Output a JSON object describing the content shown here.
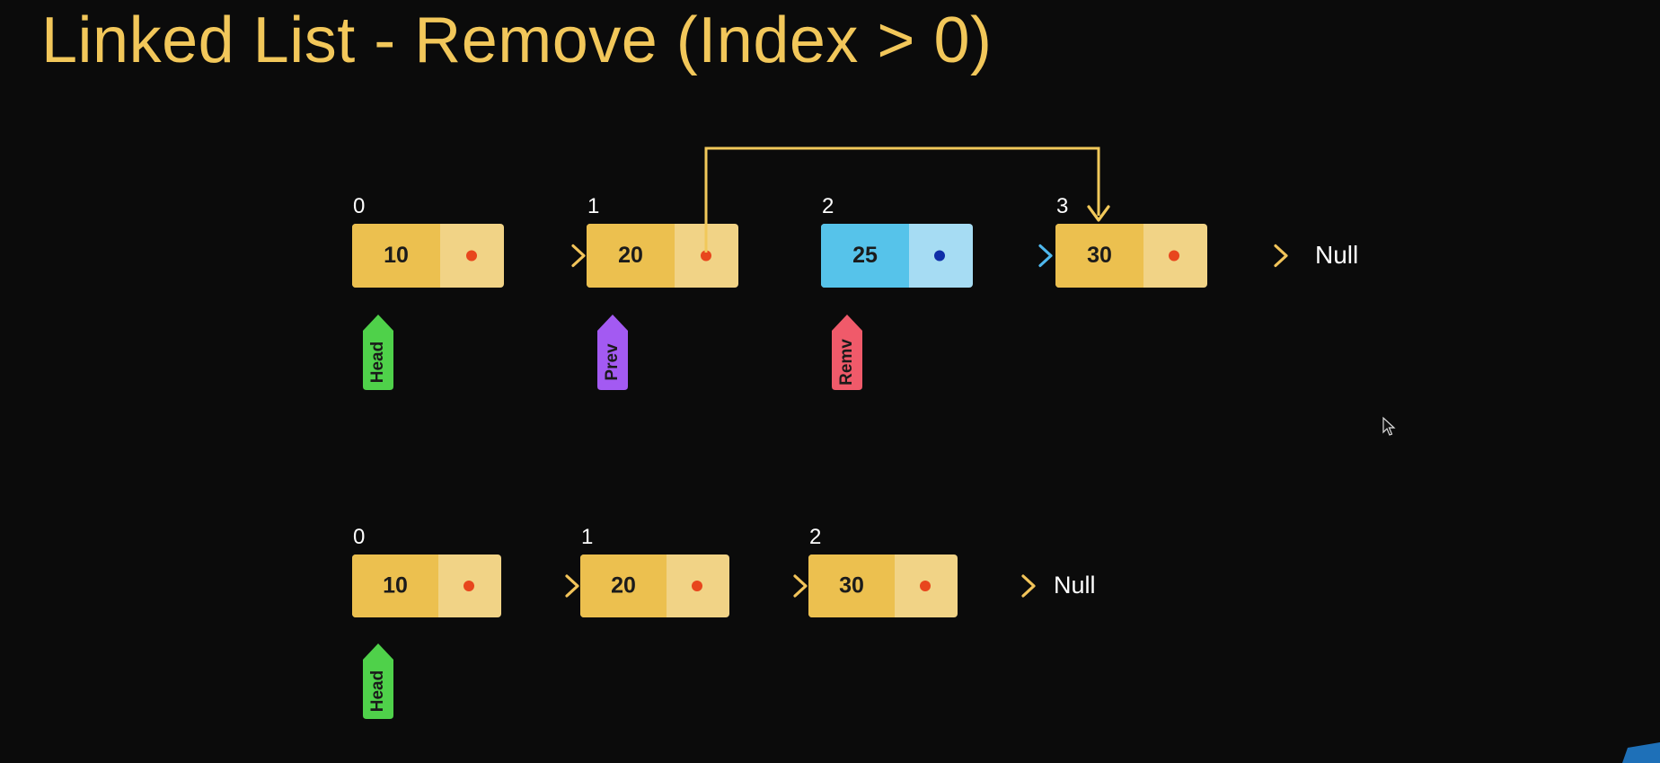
{
  "title": "Linked List - Remove (Index > 0)",
  "colors": {
    "background": "#0b0b0b",
    "title": "#f2c75a",
    "node_yellow_value": "#ecc04f",
    "node_yellow_next": "#f1d386",
    "node_blue_value": "#56c3ea",
    "node_blue_next": "#a6dcf3",
    "arrow_orange": "#ef8a2f",
    "arrow_gold": "#f2c45a",
    "bypass_line": "#f1c85a",
    "head_tag": "#4fd14a",
    "prev_tag": "#a35af2",
    "remv_tag": "#f05a6a",
    "null_text": "#ffffff"
  },
  "before": {
    "nodes": [
      {
        "index": "0",
        "value": "10",
        "style": "yellow"
      },
      {
        "index": "1",
        "value": "20",
        "style": "yellow"
      },
      {
        "index": "2",
        "value": "25",
        "style": "blue"
      },
      {
        "index": "3",
        "value": "30",
        "style": "yellow"
      }
    ],
    "null_label": "Null",
    "pointers": [
      {
        "label": "Head",
        "node": 0,
        "color": "head_tag"
      },
      {
        "label": "Prev",
        "node": 1,
        "color": "prev_tag"
      },
      {
        "label": "Remv",
        "node": 2,
        "color": "remv_tag"
      }
    ]
  },
  "after": {
    "nodes": [
      {
        "index": "0",
        "value": "10",
        "style": "yellow"
      },
      {
        "index": "1",
        "value": "20",
        "style": "yellow"
      },
      {
        "index": "2",
        "value": "30",
        "style": "yellow"
      }
    ],
    "null_label": "Null",
    "pointers": [
      {
        "label": "Head",
        "node": 0,
        "color": "head_tag"
      }
    ]
  }
}
